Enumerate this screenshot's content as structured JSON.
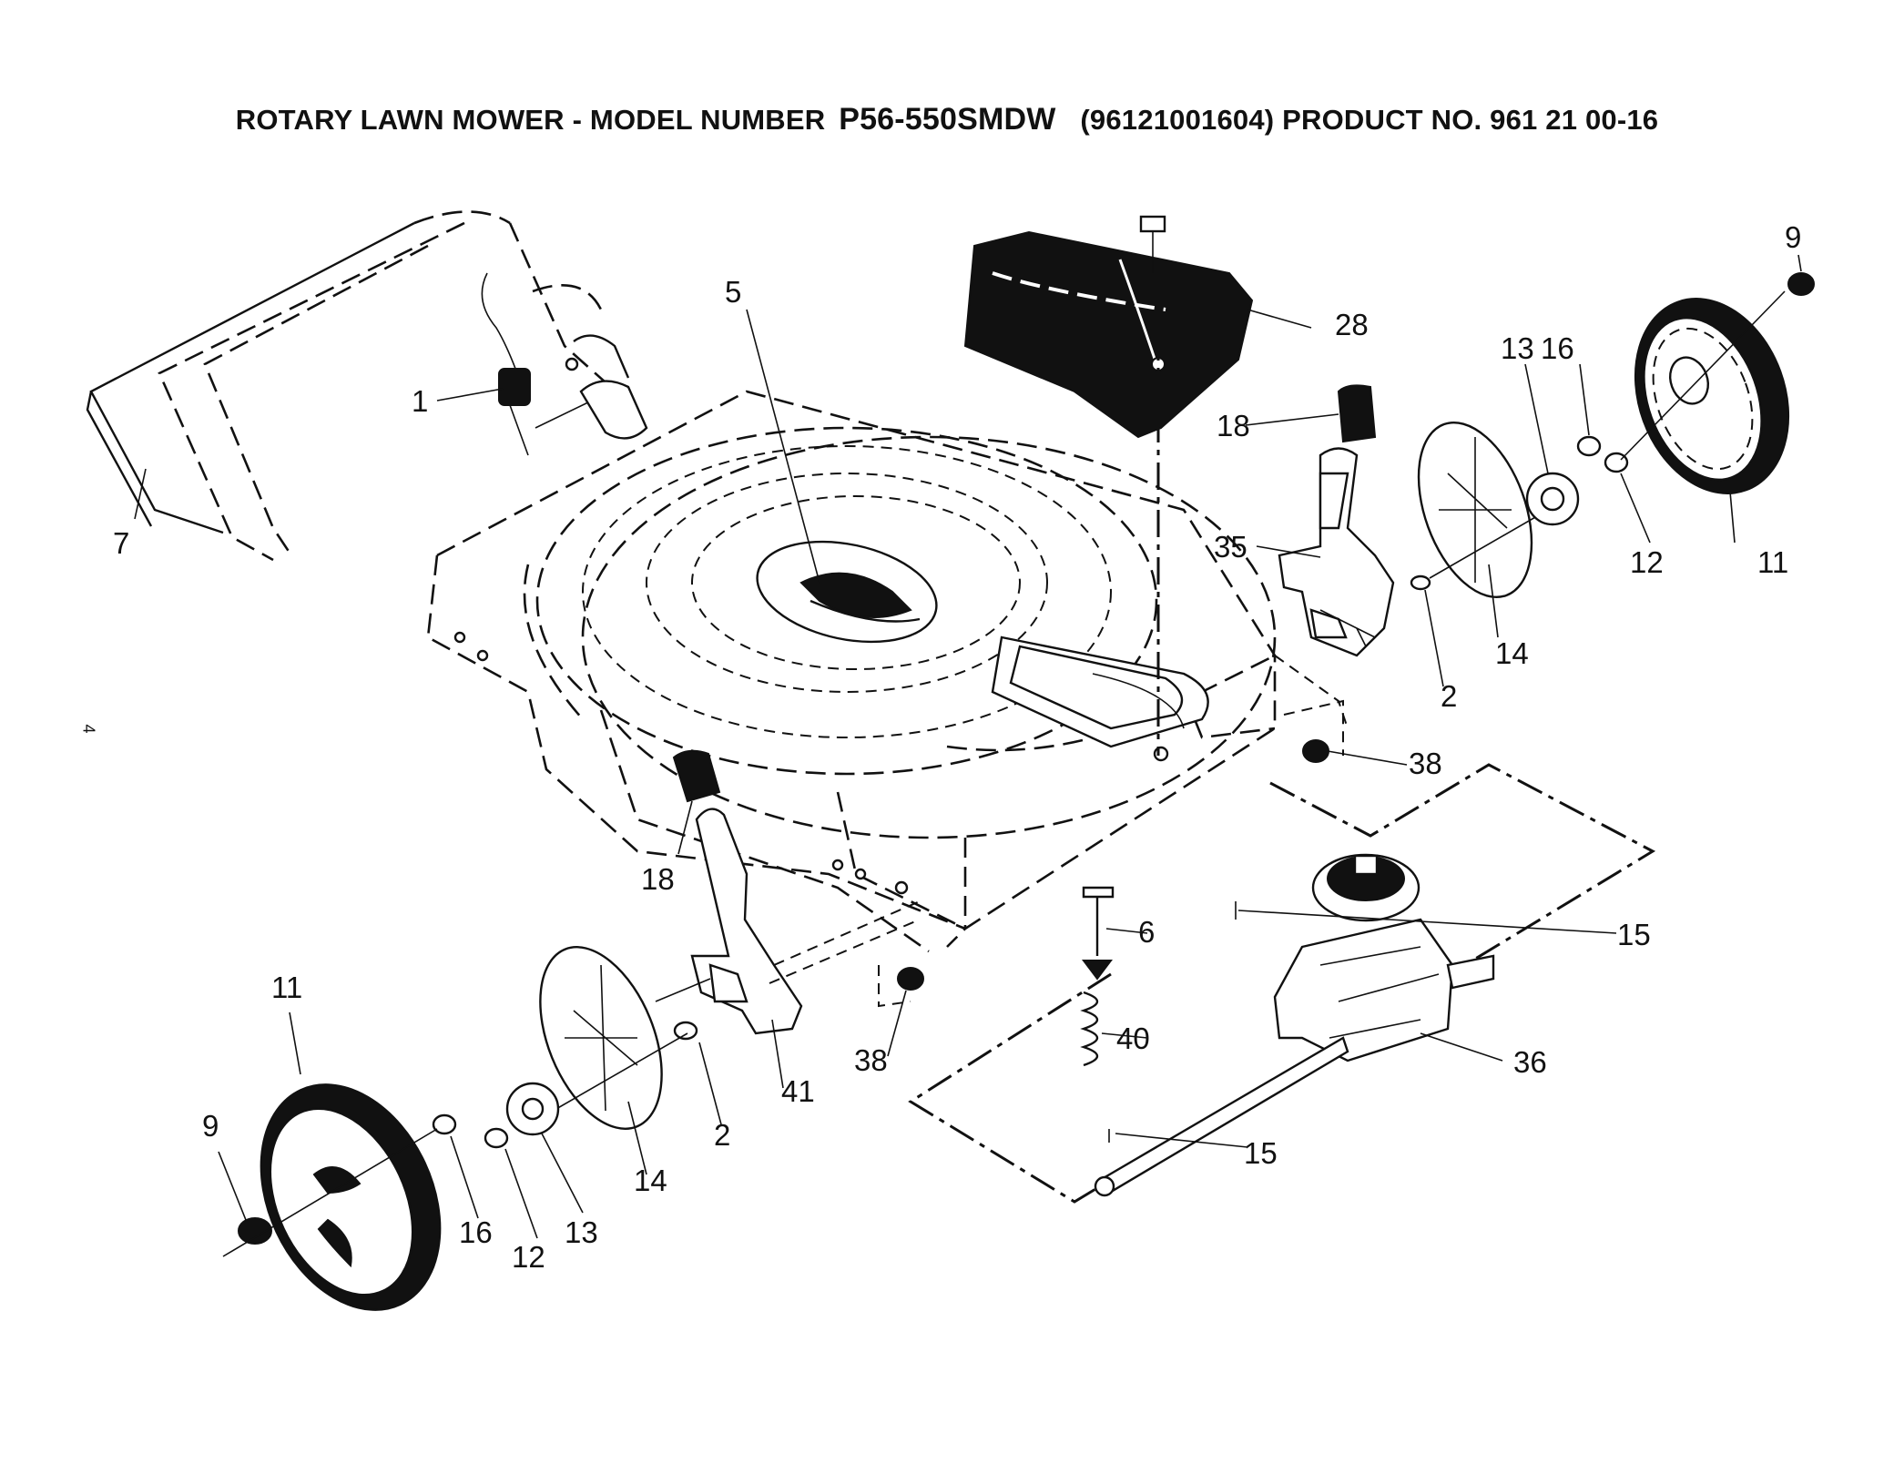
{
  "header": {
    "title_prefix": "ROTARY LAWN MOWER - MODEL NUMBER",
    "model": "P56-550SMDW",
    "title_suffix": "(96121001604) PRODUCT NO. 961 21 00-16"
  },
  "page_number": "4",
  "callouts": {
    "c1": "1",
    "c2a": "2",
    "c2b": "2",
    "c5": "5",
    "c6": "6",
    "c7": "7",
    "c9a": "9",
    "c9b": "9",
    "c11a": "11",
    "c11b": "11",
    "c12a": "12",
    "c12b": "12",
    "c13a": "13",
    "c13b": "13",
    "c14a": "14",
    "c14b": "14",
    "c15a": "15",
    "c15b": "15",
    "c16a": "16",
    "c16b": "16",
    "c18a": "18",
    "c18b": "18",
    "c28": "28",
    "c35": "35",
    "c36": "36",
    "c38a": "38",
    "c38b": "38",
    "c40": "40",
    "c41": "41"
  }
}
